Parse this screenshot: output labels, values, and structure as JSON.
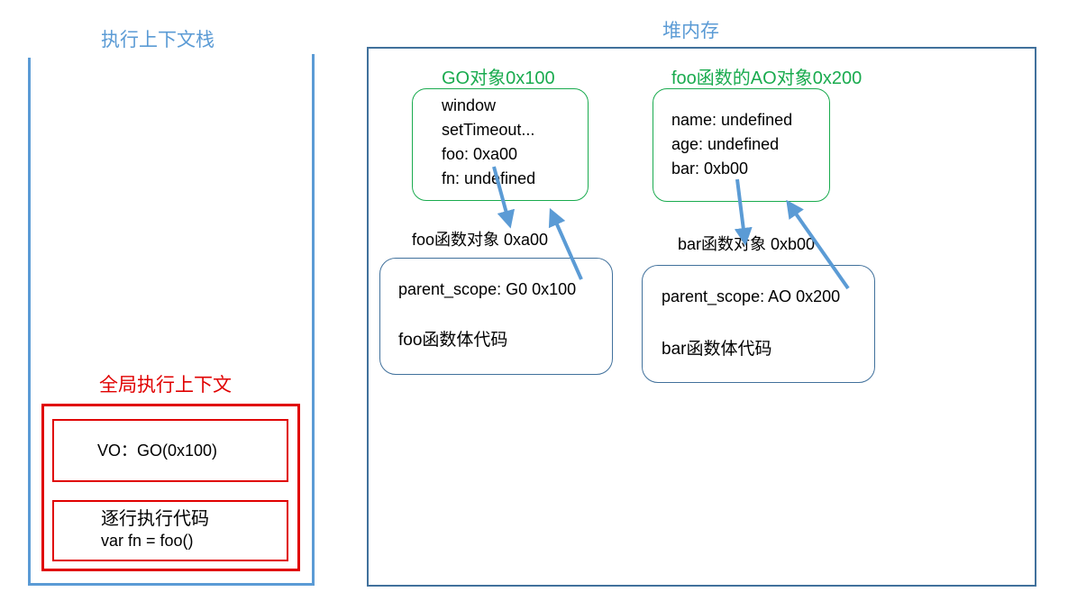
{
  "stack": {
    "title": "执行上下文栈",
    "global_context": {
      "title": "全局执行上下文",
      "vo": "VO：GO(0x100)",
      "exec_title": "逐行执行代码",
      "exec_code": "var fn = foo()"
    }
  },
  "heap": {
    "title": "堆内存",
    "go_object": {
      "title": "GO对象0x100",
      "lines": [
        "window",
        "setTimeout...",
        "foo: 0xa00",
        "fn: undefined"
      ]
    },
    "foo_ao": {
      "title": "foo函数的AO对象0x200",
      "lines": [
        "name: undefined",
        "age: undefined",
        "bar: 0xb00"
      ]
    },
    "foo_function": {
      "title": "foo函数对象 0xa00",
      "scope": "parent_scope: G0 0x100",
      "body": "foo函数体代码"
    },
    "bar_function": {
      "title": "bar函数对象 0xb00",
      "scope": "parent_scope: AO 0x200",
      "body": "bar函数体代码"
    }
  },
  "colors": {
    "stack_blue": "#5b9bd5",
    "heap_border": "#41719c",
    "object_green": "#1aab4f",
    "context_red": "#e00000",
    "arrow_blue": "#5b9bd5"
  }
}
